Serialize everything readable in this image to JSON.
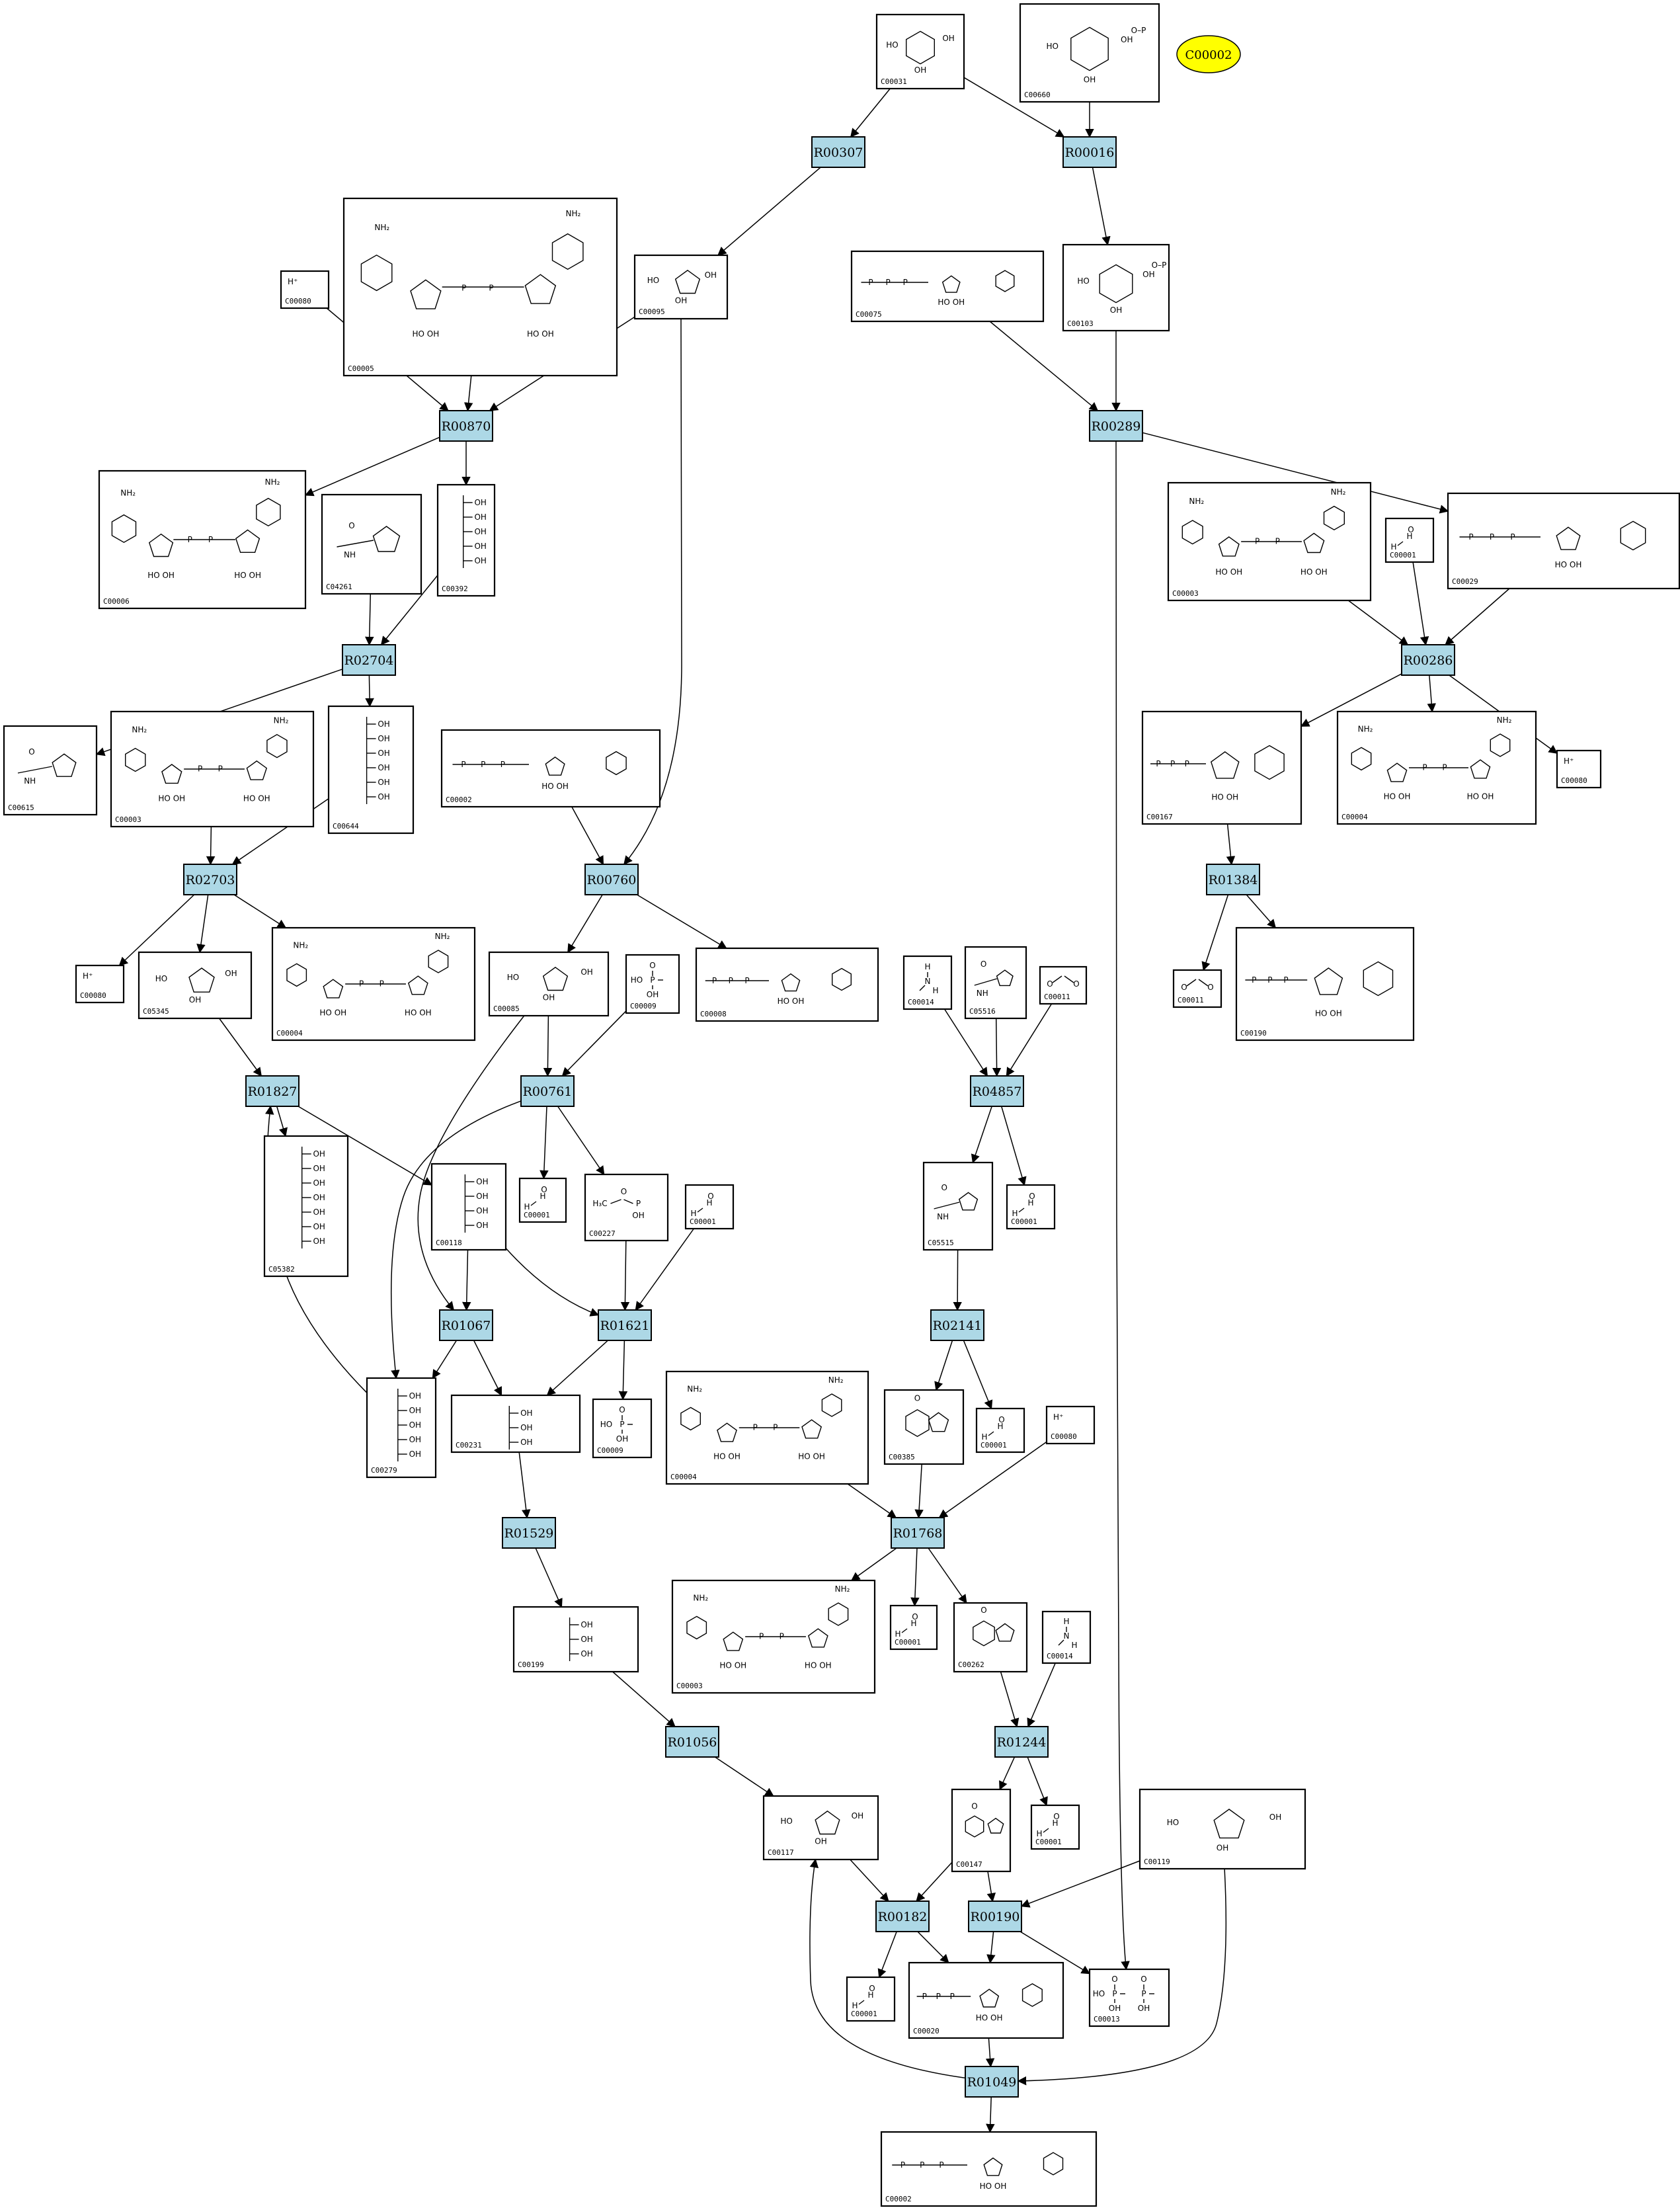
{
  "highlight": {
    "id": "C00002",
    "color": "#ffff00"
  },
  "colors": {
    "reaction_fill": "#add8e6",
    "compound_fill": "#ffffff",
    "edge": "#000000"
  },
  "reactions": [
    {
      "key": "r00307",
      "label": "R00307"
    },
    {
      "key": "r00016",
      "label": "R00016"
    },
    {
      "key": "r00870",
      "label": "R00870"
    },
    {
      "key": "r00289",
      "label": "R00289"
    },
    {
      "key": "r02704",
      "label": "R02704"
    },
    {
      "key": "r00286",
      "label": "R00286"
    },
    {
      "key": "r02703",
      "label": "R02703"
    },
    {
      "key": "r00760",
      "label": "R00760"
    },
    {
      "key": "r01384",
      "label": "R01384"
    },
    {
      "key": "r01827",
      "label": "R01827"
    },
    {
      "key": "r00761",
      "label": "R00761"
    },
    {
      "key": "r04857",
      "label": "R04857"
    },
    {
      "key": "r01067",
      "label": "R01067"
    },
    {
      "key": "r01621",
      "label": "R01621"
    },
    {
      "key": "r02141",
      "label": "R02141"
    },
    {
      "key": "r01529",
      "label": "R01529"
    },
    {
      "key": "r01768",
      "label": "R01768"
    },
    {
      "key": "r01056",
      "label": "R01056"
    },
    {
      "key": "r01244",
      "label": "R01244"
    },
    {
      "key": "r00182",
      "label": "R00182"
    },
    {
      "key": "r00190",
      "label": "R00190"
    },
    {
      "key": "r01049",
      "label": "R01049"
    }
  ],
  "compounds": [
    {
      "key": "c00031",
      "id": "C00031",
      "kind": "sugar"
    },
    {
      "key": "c00660",
      "id": "C00660",
      "kind": "sugarp"
    },
    {
      "key": "c00095",
      "id": "C00095",
      "kind": "furanose"
    },
    {
      "key": "c00005",
      "id": "C00005",
      "kind": "nadp"
    },
    {
      "key": "c00080a",
      "id": "C00080",
      "kind": "hplus",
      "formula": "H⁺"
    },
    {
      "key": "c00075",
      "id": "C00075",
      "kind": "nucleotide"
    },
    {
      "key": "c00103",
      "id": "C00103",
      "kind": "sugarp"
    },
    {
      "key": "c00006",
      "id": "C00006",
      "kind": "nadp"
    },
    {
      "key": "c04261",
      "id": "C04261",
      "kind": "imidazole"
    },
    {
      "key": "c00392",
      "id": "C00392",
      "kind": "chain"
    },
    {
      "key": "c00003a",
      "id": "C00003",
      "kind": "nadp"
    },
    {
      "key": "c00001a",
      "id": "C00001",
      "kind": "water"
    },
    {
      "key": "c00029",
      "id": "C00029",
      "kind": "nucleotide"
    },
    {
      "key": "c00615",
      "id": "C00615",
      "kind": "imidazole"
    },
    {
      "key": "c00003b",
      "id": "C00003",
      "kind": "nadp"
    },
    {
      "key": "c00644",
      "id": "C00644",
      "kind": "chain"
    },
    {
      "key": "c00002a",
      "id": "C00002",
      "kind": "nucleotide"
    },
    {
      "key": "c00167",
      "id": "C00167",
      "kind": "nucleotide"
    },
    {
      "key": "c00004a",
      "id": "C00004",
      "kind": "nadp"
    },
    {
      "key": "c00080b",
      "id": "C00080",
      "kind": "hplus",
      "formula": "H⁺"
    },
    {
      "key": "c00080c",
      "id": "C00080",
      "kind": "hplus",
      "formula": "H⁺"
    },
    {
      "key": "c05345",
      "id": "C05345",
      "kind": "furanose"
    },
    {
      "key": "c00004b",
      "id": "C00004",
      "kind": "nadp"
    },
    {
      "key": "c00085",
      "id": "C00085",
      "kind": "furanose"
    },
    {
      "key": "c00009a",
      "id": "C00009",
      "kind": "phosphate"
    },
    {
      "key": "c00008",
      "id": "C00008",
      "kind": "nucleotide"
    },
    {
      "key": "c00014a",
      "id": "C00014",
      "kind": "ammonia"
    },
    {
      "key": "c05516",
      "id": "C05516",
      "kind": "imidazole"
    },
    {
      "key": "c00011a",
      "id": "C00011",
      "kind": "co2"
    },
    {
      "key": "c00011b",
      "id": "C00011",
      "kind": "co2"
    },
    {
      "key": "c00190",
      "id": "C00190",
      "kind": "nucleotide"
    },
    {
      "key": "c05382",
      "id": "C05382",
      "kind": "chain"
    },
    {
      "key": "c00118",
      "id": "C00118",
      "kind": "chain"
    },
    {
      "key": "c00001b",
      "id": "C00001",
      "kind": "water"
    },
    {
      "key": "c00227",
      "id": "C00227",
      "kind": "acetylp"
    },
    {
      "key": "c00001c",
      "id": "C00001",
      "kind": "water"
    },
    {
      "key": "c05515",
      "id": "C05515",
      "kind": "imidazole"
    },
    {
      "key": "c00001d",
      "id": "C00001",
      "kind": "water"
    },
    {
      "key": "c00279",
      "id": "C00279",
      "kind": "chain"
    },
    {
      "key": "c00231",
      "id": "C00231",
      "kind": "chain"
    },
    {
      "key": "c00009b",
      "id": "C00009",
      "kind": "phosphate"
    },
    {
      "key": "c00004c",
      "id": "C00004",
      "kind": "nadp"
    },
    {
      "key": "c00385",
      "id": "C00385",
      "kind": "purine"
    },
    {
      "key": "c00001e",
      "id": "C00001",
      "kind": "water"
    },
    {
      "key": "c00080d",
      "id": "C00080",
      "kind": "hplus",
      "formula": "H⁺"
    },
    {
      "key": "c00199",
      "id": "C00199",
      "kind": "chain"
    },
    {
      "key": "c00003c",
      "id": "C00003",
      "kind": "nadp"
    },
    {
      "key": "c00001f",
      "id": "C00001",
      "kind": "water"
    },
    {
      "key": "c00262",
      "id": "C00262",
      "kind": "purine"
    },
    {
      "key": "c00014b",
      "id": "C00014",
      "kind": "ammonia"
    },
    {
      "key": "c00117",
      "id": "C00117",
      "kind": "furanose"
    },
    {
      "key": "c00147",
      "id": "C00147",
      "kind": "purine"
    },
    {
      "key": "c00001g",
      "id": "C00001",
      "kind": "water"
    },
    {
      "key": "c00119",
      "id": "C00119",
      "kind": "furanose"
    },
    {
      "key": "c00001h",
      "id": "C00001",
      "kind": "water"
    },
    {
      "key": "c00020",
      "id": "C00020",
      "kind": "nucleotide"
    },
    {
      "key": "c00013",
      "id": "C00013",
      "kind": "pyrophosphate"
    },
    {
      "key": "c00002b",
      "id": "C00002",
      "kind": "nucleotide"
    }
  ]
}
